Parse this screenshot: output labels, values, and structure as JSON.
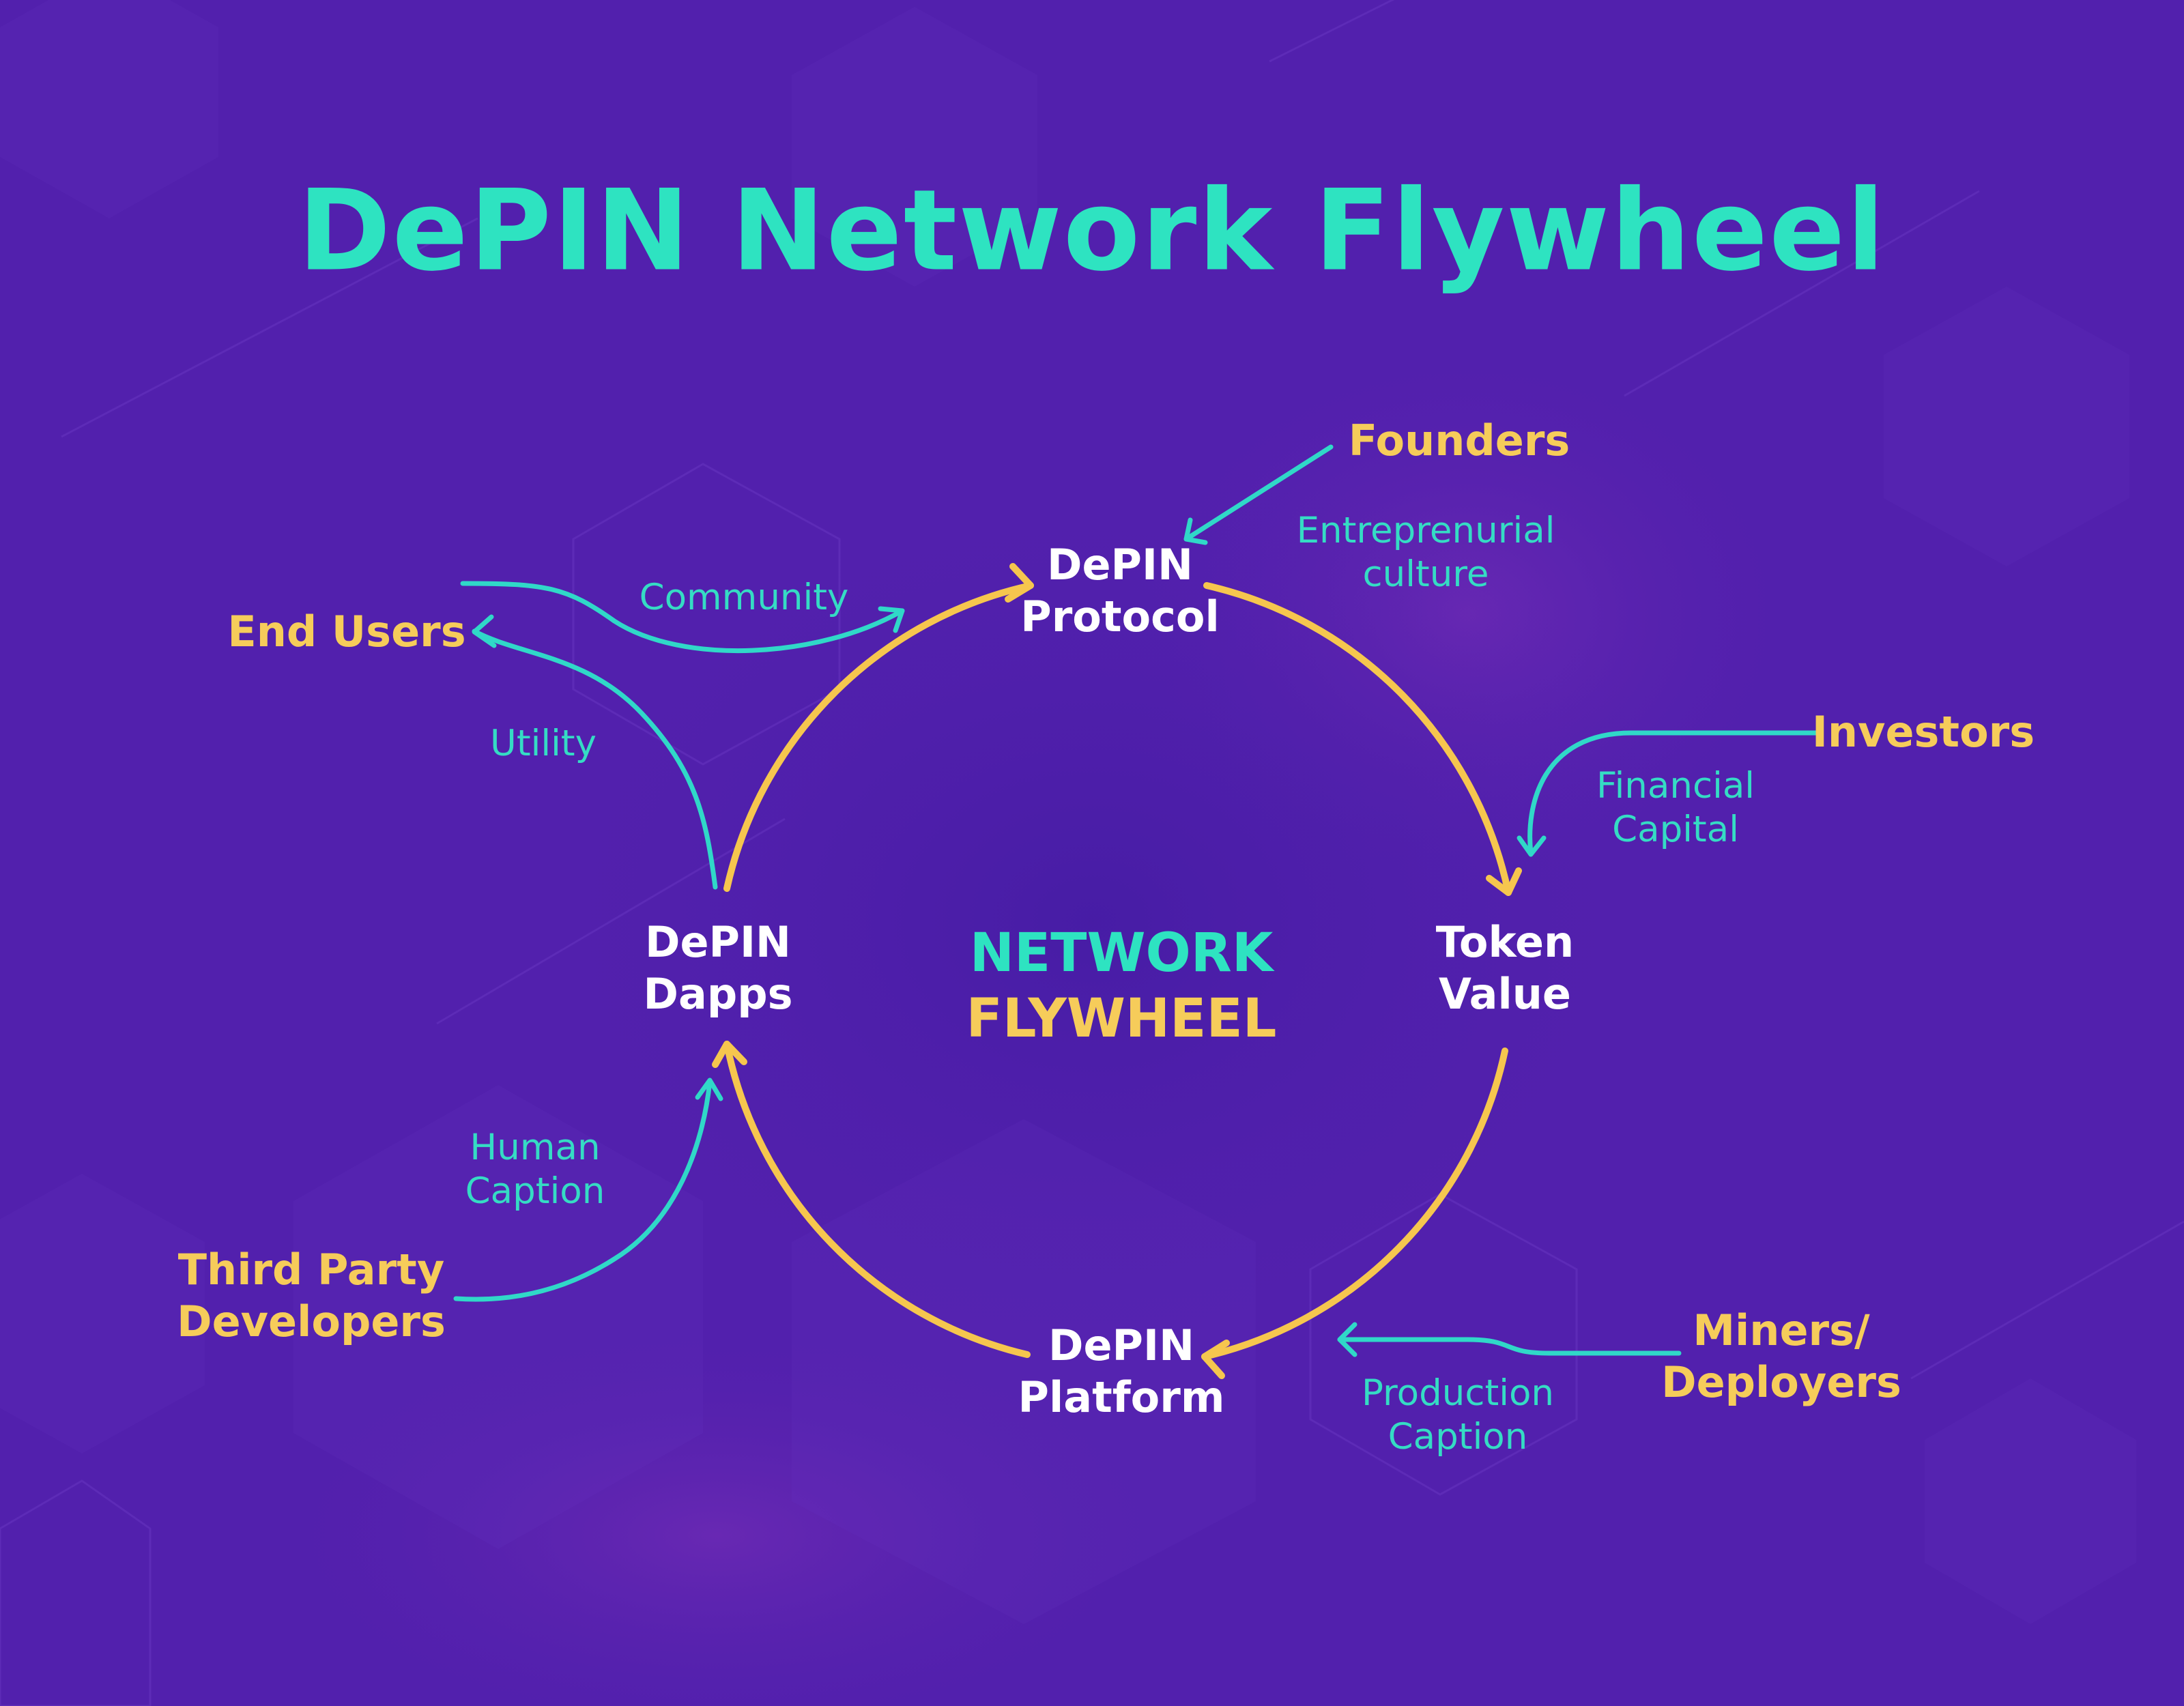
{
  "title": "DePIN Network Flywheel",
  "center": {
    "line1": "NETWORK",
    "line2": "FLYWHEEL"
  },
  "nodes": {
    "protocol": [
      "DePIN",
      "Protocol"
    ],
    "token": [
      "Token",
      "Value"
    ],
    "platform": [
      "DePIN",
      "Platform"
    ],
    "dapps": [
      "DePIN",
      "Dapps"
    ]
  },
  "actors": {
    "founders": "Founders",
    "investors": "Investors",
    "miners": [
      "Miners/",
      "Deployers"
    ],
    "third_party": [
      "Third Party",
      "Developers"
    ],
    "end_users": "End Users"
  },
  "flows": {
    "entrepreneurial": [
      "Entreprenurial",
      "culture"
    ],
    "financial": [
      "Financial",
      "Capital"
    ],
    "production": [
      "Production",
      "Caption"
    ],
    "human": [
      "Human",
      "Caption"
    ],
    "community": "Community",
    "utility": "Utility"
  },
  "colors": {
    "background": "#5220ad",
    "cycle_arrow": "#f6c64e",
    "flow_arrow": "#30d8c8",
    "title": "#2ee3c1",
    "actor_text": "#f6cc5a",
    "node_text": "#ffffff"
  }
}
